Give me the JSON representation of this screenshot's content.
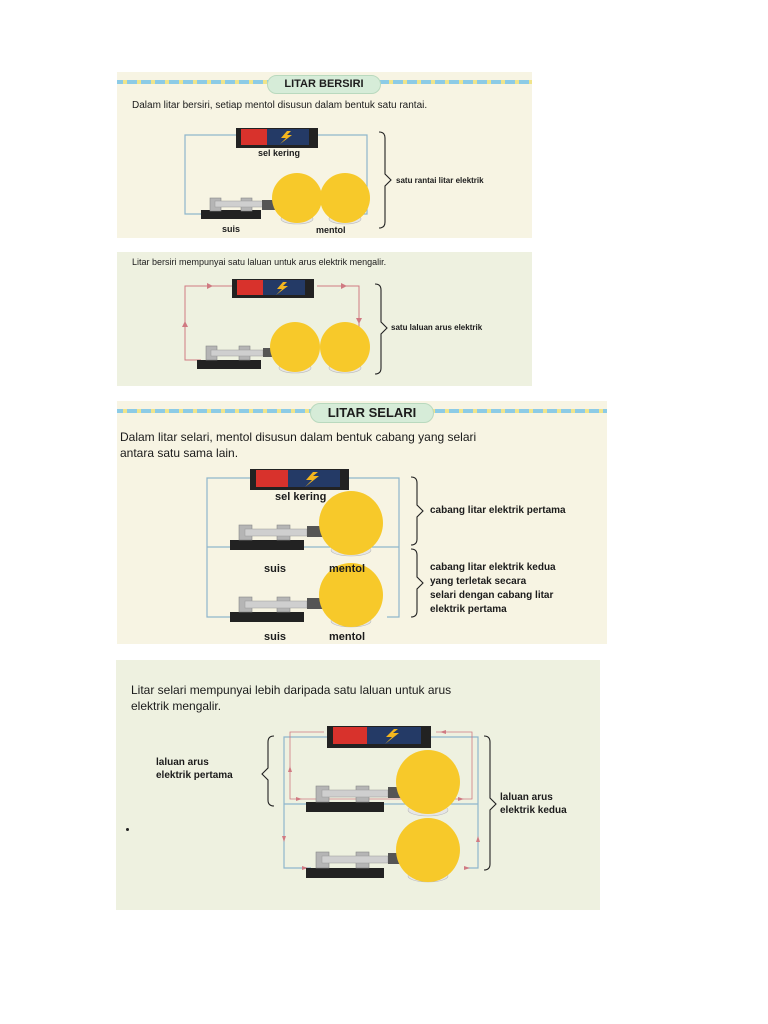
{
  "series": {
    "title": "LITAR BERSIRI",
    "intro": "Dalam litar bersiri, setiap mentol disusun dalam bentuk satu rantai.",
    "cell_label": "sel kering",
    "chain_label": "satu rantai litar elektrik",
    "switch_label": "suis",
    "bulb_label": "mentol",
    "path_text": "Litar bersiri mempunyai satu laluan untuk arus elektrik mengalir.",
    "path_label": "satu laluan arus elektrik"
  },
  "parallel": {
    "title": "LITAR SELARI",
    "intro_line1": "Dalam litar selari, mentol disusun dalam bentuk cabang yang selari",
    "intro_line2": "antara satu sama lain.",
    "cell_label": "sel kering",
    "branch1_label": "cabang litar elektrik pertama",
    "branch2_line1": "cabang litar elektrik kedua",
    "branch2_line2": "yang terletak secara",
    "branch2_line3": "selari dengan cabang litar",
    "branch2_line4": "elektrik pertama",
    "switch_label": "suis",
    "bulb_label": "mentol",
    "path_text_line1": "Litar selari mempunyai lebih daripada satu laluan untuk arus",
    "path_text_line2": "elektrik mengalir.",
    "path1_line1": "laluan arus",
    "path1_line2": "elektrik pertama",
    "path2_line1": "laluan arus",
    "path2_line2": "elektrik kedua"
  },
  "battery": {
    "plus": "+",
    "minus": "-"
  },
  "colors": {
    "bulb": "#f7c92a",
    "wire": "#8fb6cc",
    "battery_red": "#d8322c",
    "battery_blue": "#243a66",
    "badge": "#d6ecd8"
  }
}
